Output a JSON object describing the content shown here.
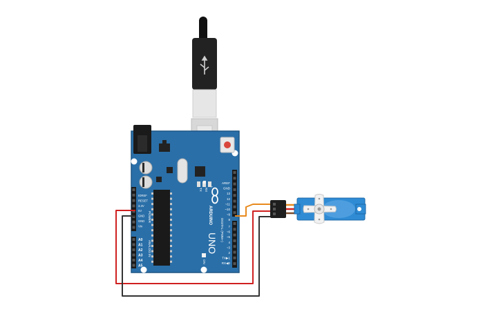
{
  "board": {
    "brand": "ARDUINO",
    "model": "UNO",
    "on_label": "ON",
    "tx_label": "TX",
    "rx_label": "RX",
    "l_label": "L",
    "power_group": "POWER",
    "analog_group": "ANALOG IN",
    "digital_group": "DIGITAL (PWM~)",
    "power_pins": [
      "IOREF",
      "RESET",
      "3.3V",
      "5V",
      "GND",
      "GND",
      "Vin"
    ],
    "analog_pins": [
      "A0",
      "A1",
      "A2",
      "A3",
      "A4",
      "A5"
    ],
    "digital_top": [
      "AREF",
      "GND",
      "13",
      "12",
      "~11",
      "~10",
      "~9",
      "8"
    ],
    "digital_bottom": [
      "7",
      "~6",
      "~5",
      "4",
      "~3",
      "2",
      "TX▶1",
      "RX◀0"
    ]
  },
  "colors": {
    "board": "#2a6fa8",
    "board_dark": "#1f5684",
    "header": "#1a1a1a",
    "wire_red": "#d01f1f",
    "wire_black": "#333333",
    "wire_orange": "#e8891c",
    "servo": "#2f8bd4",
    "usb": "#222222"
  }
}
